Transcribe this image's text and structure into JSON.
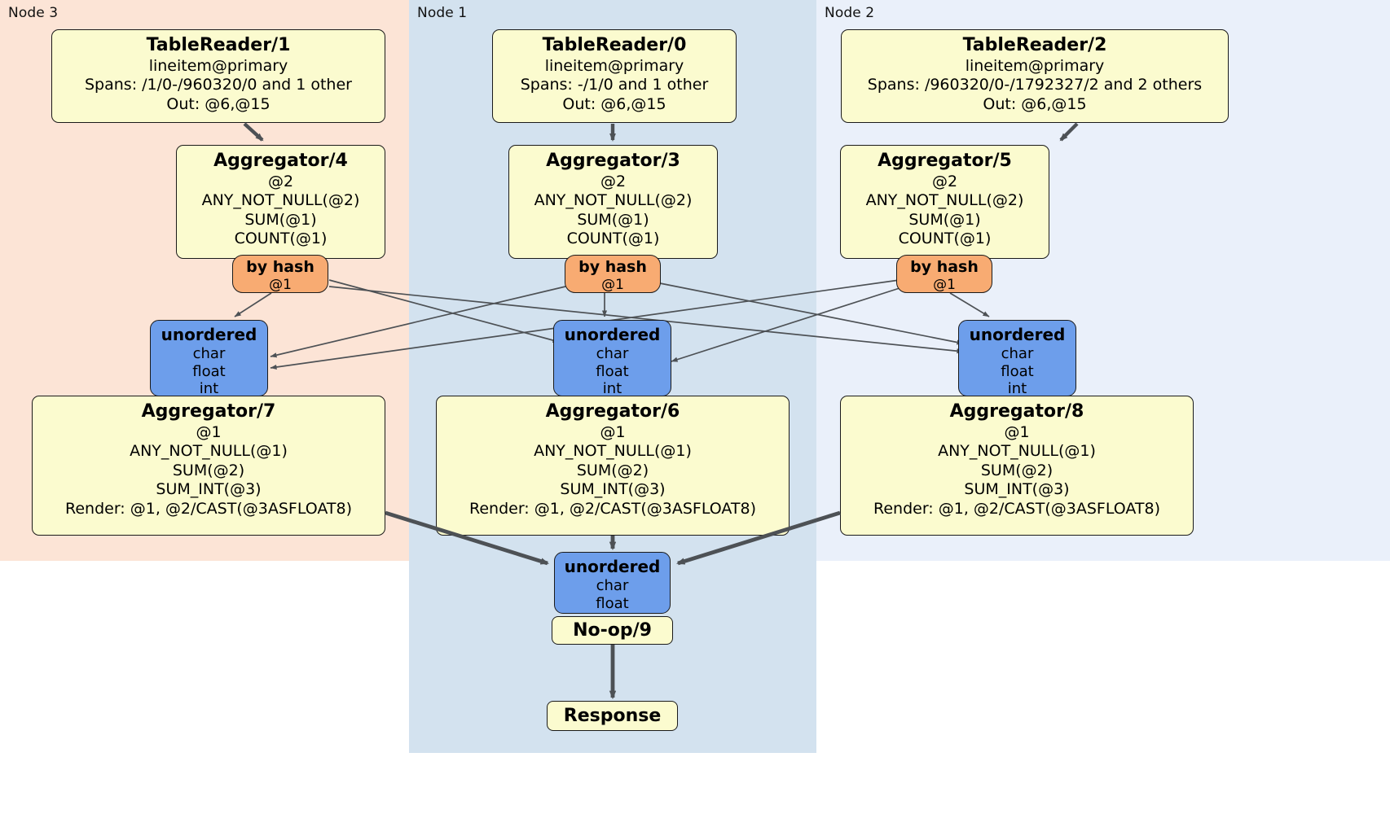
{
  "diagram": {
    "title": "DistSQL flow diagram",
    "colors": {
      "processor_fill": "#fbfbcf",
      "router_fill": "#f8ab72",
      "synchronizer_fill": "#6d9eeb",
      "node3_lane": "#fce4d6",
      "node1_lane": "#d3e2ef",
      "node2_lane": "#eaf0fa",
      "edge": "#4d5155",
      "border": "#1a1a1a"
    }
  },
  "lanes": [
    {
      "id": "node3",
      "label": "Node 3"
    },
    {
      "id": "node1",
      "label": "Node 1"
    },
    {
      "id": "node2",
      "label": "Node 2"
    }
  ],
  "processors": {
    "table_reader_1": {
      "title": "TableReader/1",
      "lines": [
        "lineitem@primary",
        "Spans: /1/0-/960320/0 and 1 other",
        "Out: @6,@15"
      ]
    },
    "table_reader_0": {
      "title": "TableReader/0",
      "lines": [
        "lineitem@primary",
        "Spans: -/1/0 and 1 other",
        "Out: @6,@15"
      ]
    },
    "table_reader_2": {
      "title": "TableReader/2",
      "lines": [
        "lineitem@primary",
        "Spans: /960320/0-/1792327/2 and 2 others",
        "Out: @6,@15"
      ]
    },
    "aggregator_4": {
      "title": "Aggregator/4",
      "lines": [
        "@2",
        "ANY_NOT_NULL(@2)",
        "SUM(@1)",
        "COUNT(@1)"
      ]
    },
    "aggregator_3": {
      "title": "Aggregator/3",
      "lines": [
        "@2",
        "ANY_NOT_NULL(@2)",
        "SUM(@1)",
        "COUNT(@1)"
      ]
    },
    "aggregator_5": {
      "title": "Aggregator/5",
      "lines": [
        "@2",
        "ANY_NOT_NULL(@2)",
        "SUM(@1)",
        "COUNT(@1)"
      ]
    },
    "aggregator_7": {
      "title": "Aggregator/7",
      "lines": [
        "@1",
        "ANY_NOT_NULL(@1)",
        "SUM(@2)",
        "SUM_INT(@3)",
        "Render: @1, @2/CAST(@3ASFLOAT8)"
      ]
    },
    "aggregator_6": {
      "title": "Aggregator/6",
      "lines": [
        "@1",
        "ANY_NOT_NULL(@1)",
        "SUM(@2)",
        "SUM_INT(@3)",
        "Render: @1, @2/CAST(@3ASFLOAT8)"
      ]
    },
    "aggregator_8": {
      "title": "Aggregator/8",
      "lines": [
        "@1",
        "ANY_NOT_NULL(@1)",
        "SUM(@2)",
        "SUM_INT(@3)",
        "Render: @1, @2/CAST(@3ASFLOAT8)"
      ]
    },
    "noop_9": {
      "title": "No-op/9"
    },
    "response": {
      "title": "Response"
    }
  },
  "routers": {
    "by_hash_left": {
      "title": "by hash",
      "lines": [
        "@1"
      ]
    },
    "by_hash_center": {
      "title": "by hash",
      "lines": [
        "@1"
      ]
    },
    "by_hash_right": {
      "title": "by hash",
      "lines": [
        "@1"
      ]
    }
  },
  "synchronizers": {
    "unordered_left": {
      "title": "unordered",
      "lines": [
        "char",
        "float",
        "int"
      ]
    },
    "unordered_center": {
      "title": "unordered",
      "lines": [
        "char",
        "float",
        "int"
      ]
    },
    "unordered_right": {
      "title": "unordered",
      "lines": [
        "char",
        "float",
        "int"
      ]
    },
    "unordered_final": {
      "title": "unordered",
      "lines": [
        "char",
        "float"
      ]
    }
  }
}
